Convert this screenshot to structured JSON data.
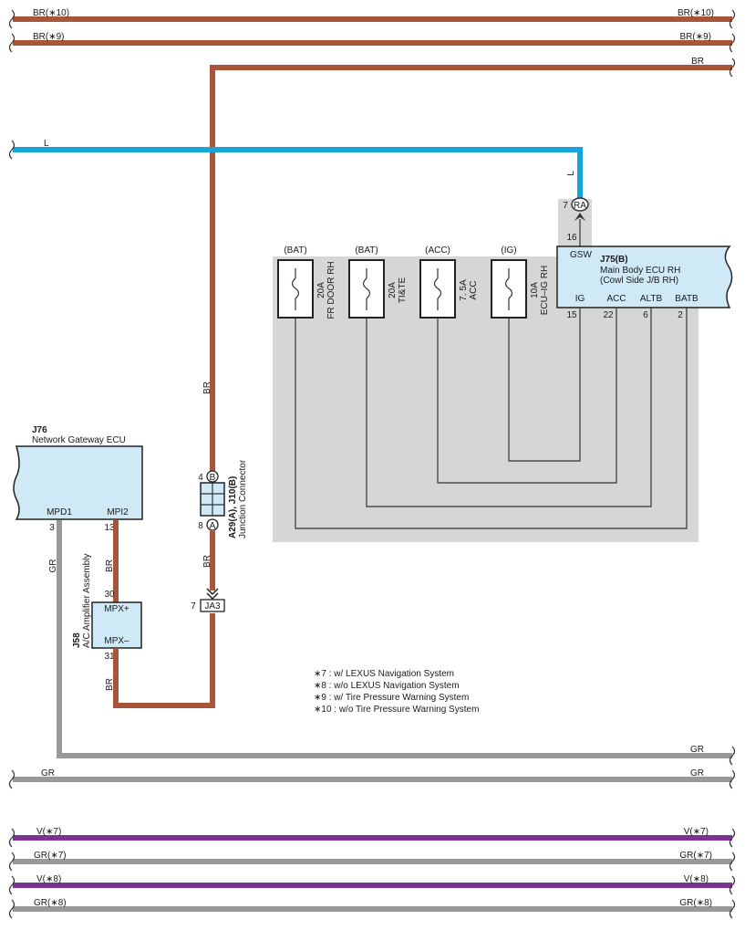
{
  "colors": {
    "BR": "#a8553a",
    "L": "#1aa4dc",
    "GR": "#999999",
    "V": "#7a3590",
    "box_fill": "#cfe9f6",
    "shade": "#d6d6d6"
  },
  "top_wires": {
    "br10_left": "BR(∗10)",
    "br10_right": "BR(∗10)",
    "br9_left": "BR(∗9)",
    "br9_right": "BR(∗9)",
    "br_right": "BR",
    "l_left": "L",
    "l_drop": "L"
  },
  "connector_ra": {
    "pin": "7",
    "id": "RA"
  },
  "j75": {
    "id": "J75(B)",
    "name1": "Main Body ECU RH",
    "name2": "(Cowl Side J/B RH)",
    "gsw_pin": "16",
    "gsw_label": "GSW",
    "terminals": [
      {
        "label": "IG",
        "pin": "15"
      },
      {
        "label": "ACC",
        "pin": "22"
      },
      {
        "label": "ALTB",
        "pin": "6"
      },
      {
        "label": "BATB",
        "pin": "2"
      }
    ]
  },
  "fuses": [
    {
      "source": "(BAT)",
      "rating": "20A",
      "name": "FR DOOR RH"
    },
    {
      "source": "(BAT)",
      "rating": "20A",
      "name": "TI&TE"
    },
    {
      "source": "(ACC)",
      "rating": "7. 5A",
      "name": "ACC"
    },
    {
      "source": "(IG)",
      "rating": "10A",
      "name": "ECU–IG RH"
    }
  ],
  "j76": {
    "id": "J76",
    "name": "Network Gateway ECU",
    "mpd1": "MPD1",
    "mpi2": "MPI2",
    "pin_mpd1": "3",
    "pin_mpi2": "13"
  },
  "junction": {
    "pin_top": "4",
    "letter_top": "B",
    "pin_bottom": "8",
    "letter_bottom": "A",
    "id": "A29(A), J10(B)",
    "name": "Junction Connector"
  },
  "ja3": {
    "pin": "7",
    "id": "JA3"
  },
  "j58": {
    "id": "J58",
    "name": "A/C Amplifier Assembly",
    "mpx_plus": "MPX+",
    "mpx_minus": "MPX–",
    "pin_plus": "30",
    "pin_minus": "31"
  },
  "wire_labels": {
    "br_vertical_upper": "BR",
    "br_vertical_lower": "BR",
    "br_j58_top": "BR",
    "br_j58_bottom": "BR",
    "gr_vertical": "GR"
  },
  "notes": [
    "∗7 : w/ LEXUS Navigation System",
    "∗8 : w/o LEXUS Navigation System",
    "∗9 : w/ Tire Pressure Warning System",
    "∗10 : w/o Tire Pressure Warning System"
  ],
  "bottom_wires": {
    "gr1_right": "GR",
    "gr2_left": "GR",
    "gr2_right": "GR",
    "v7_left": "V(∗7)",
    "v7_right": "V(∗7)",
    "gr7_left": "GR(∗7)",
    "gr7_right": "GR(∗7)",
    "v8_left": "V(∗8)",
    "v8_right": "V(∗8)",
    "gr8_left": "GR(∗8)",
    "gr8_right": "GR(∗8)"
  }
}
